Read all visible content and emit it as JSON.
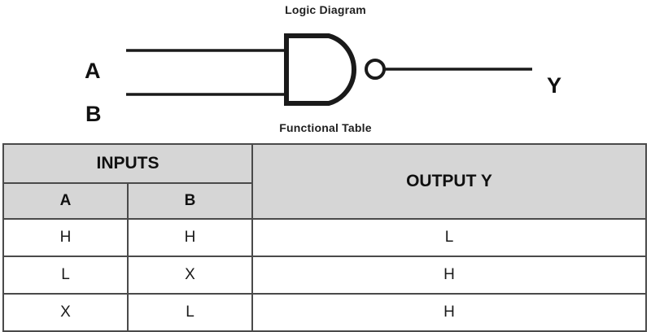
{
  "diagram": {
    "title": "Logic Diagram",
    "gate_type": "nand-gate",
    "inputs": [
      {
        "label": "A"
      },
      {
        "label": "B"
      }
    ],
    "output": {
      "label": "Y"
    },
    "colors": {
      "line": "#1a1a1a",
      "background": "#ffffff"
    }
  },
  "table": {
    "title": "Functional Table",
    "group_headers": [
      {
        "label": "INPUTS",
        "span": 2
      },
      {
        "label": "OUTPUT Y",
        "span": 1
      }
    ],
    "columns": [
      "A",
      "B"
    ],
    "output_column": "OUTPUT Y",
    "rows": [
      {
        "a": "H",
        "b": "H",
        "y": "L"
      },
      {
        "a": "L",
        "b": "X",
        "y": "H"
      },
      {
        "a": "X",
        "b": "L",
        "y": "H"
      }
    ],
    "colors": {
      "header_background": "#d6d6d6",
      "border": "#4a4a4a",
      "cell_background": "#ffffff"
    }
  }
}
